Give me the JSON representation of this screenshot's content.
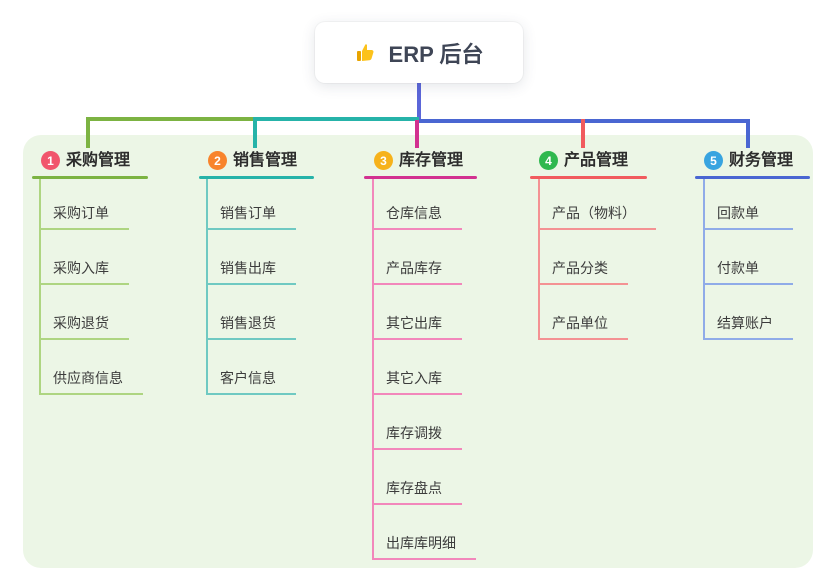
{
  "root": {
    "icon": "thumbs-up",
    "label": "ERP 后台"
  },
  "panel": {
    "background_color": "#ecf6e6"
  },
  "root_connector_color": "#5b66d9",
  "branches": [
    {
      "index": "1",
      "label": "采购管理",
      "badge_color": "#f1556c",
      "line_color": "#7cb342",
      "child_line_color": "#aed581",
      "children": [
        "采购订单",
        "采购入库",
        "采购退货",
        "供应商信息"
      ]
    },
    {
      "index": "2",
      "label": "销售管理",
      "badge_color": "#f8842c",
      "line_color": "#26b3a9",
      "child_line_color": "#6fc9c2",
      "children": [
        "销售订单",
        "销售出库",
        "销售退货",
        "客户信息"
      ]
    },
    {
      "index": "3",
      "label": "库存管理",
      "badge_color": "#f6b21b",
      "line_color": "#d23190",
      "child_line_color": "#f287bb",
      "children": [
        "仓库信息",
        "产品库存",
        "其它出库",
        "其它入库",
        "库存调拨",
        "库存盘点",
        "出库库明细"
      ]
    },
    {
      "index": "4",
      "label": "产品管理",
      "badge_color": "#2fb84f",
      "line_color": "#f15b5e",
      "child_line_color": "#f49293",
      "children": [
        "产品（物料）",
        "产品分类",
        "产品单位"
      ]
    },
    {
      "index": "5",
      "label": "财务管理",
      "badge_color": "#38a4e0",
      "line_color": "#4a66d2",
      "child_line_color": "#8fabe8",
      "children": [
        "回款单",
        "付款单",
        "结算账户"
      ]
    }
  ]
}
